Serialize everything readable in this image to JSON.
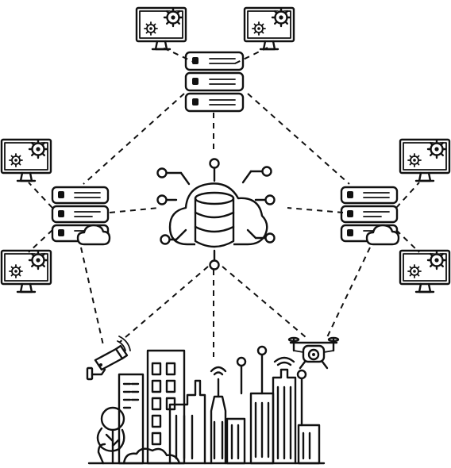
{
  "diagram": {
    "palette": {
      "stroke": "#111111",
      "background": "#ffffff"
    },
    "nodes": [
      {
        "id": "central-cloud-database",
        "icon": "cloud-database-icon"
      },
      {
        "id": "server-top",
        "icon": "server-rack-icon"
      },
      {
        "id": "server-left",
        "icon": "server-cloud-icon"
      },
      {
        "id": "server-right",
        "icon": "server-cloud-icon"
      },
      {
        "id": "monitor-top-left",
        "icon": "monitor-gear-icon"
      },
      {
        "id": "monitor-top-right",
        "icon": "monitor-gear-icon"
      },
      {
        "id": "monitor-left-upper",
        "icon": "monitor-gear-icon"
      },
      {
        "id": "monitor-left-lower",
        "icon": "monitor-gear-icon"
      },
      {
        "id": "monitor-right-upper",
        "icon": "monitor-gear-icon"
      },
      {
        "id": "monitor-right-lower",
        "icon": "monitor-gear-icon"
      },
      {
        "id": "security-camera",
        "icon": "security-camera-icon"
      },
      {
        "id": "drone",
        "icon": "drone-icon"
      },
      {
        "id": "smart-city",
        "icon": "smart-city-skyline-icon"
      }
    ],
    "connections": [
      [
        "server-top",
        "monitor-top-left"
      ],
      [
        "server-top",
        "monitor-top-right"
      ],
      [
        "server-top",
        "server-left"
      ],
      [
        "server-top",
        "server-right"
      ],
      [
        "server-top",
        "central-cloud-database"
      ],
      [
        "server-left",
        "monitor-left-upper"
      ],
      [
        "server-left",
        "monitor-left-lower"
      ],
      [
        "server-left",
        "central-cloud-database"
      ],
      [
        "server-left",
        "security-camera"
      ],
      [
        "server-right",
        "monitor-right-upper"
      ],
      [
        "server-right",
        "monitor-right-lower"
      ],
      [
        "server-right",
        "central-cloud-database"
      ],
      [
        "server-right",
        "drone"
      ],
      [
        "central-cloud-database",
        "security-camera"
      ],
      [
        "central-cloud-database",
        "drone"
      ],
      [
        "central-cloud-database",
        "smart-city"
      ]
    ]
  }
}
